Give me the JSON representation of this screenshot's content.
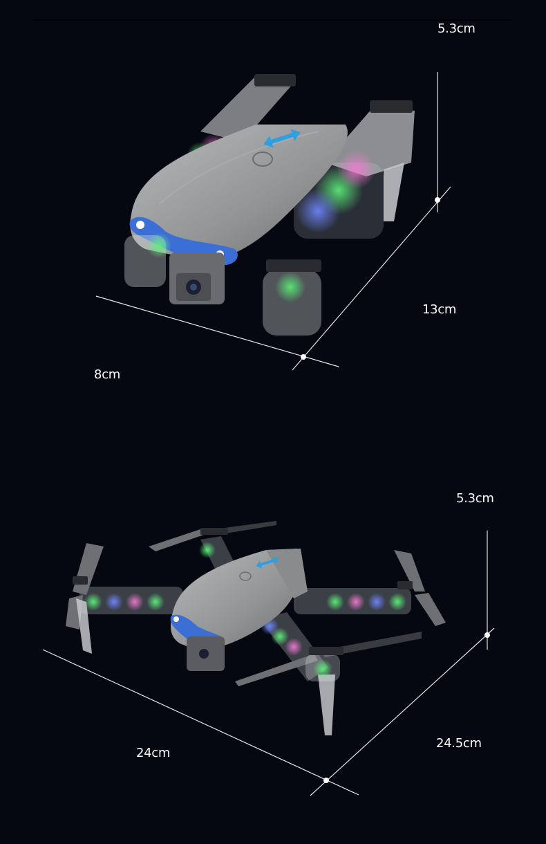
{
  "background_color": "#050810",
  "line_color": "#e6e6e6",
  "views": [
    {
      "name": "folded-view",
      "dimensions": {
        "height": "5.3cm",
        "length": "13cm",
        "width": "8cm"
      }
    },
    {
      "name": "unfolded-view",
      "dimensions": {
        "height": "5.3cm",
        "length": "24.5cm",
        "width": "24cm"
      }
    }
  ],
  "led_colors": [
    "#5cf07a",
    "#f07ad0",
    "#6f86ff"
  ],
  "accent_blue": "#2f9fe0",
  "body_gray": "#9a9b9d"
}
